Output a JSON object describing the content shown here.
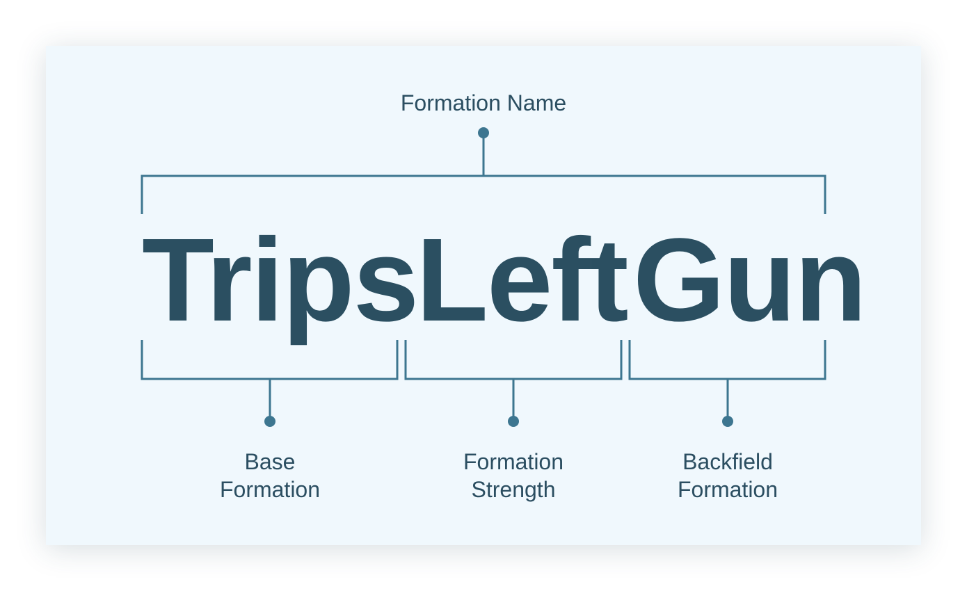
{
  "diagram": {
    "top_label": "Formation Name",
    "words": [
      {
        "text": "Trips"
      },
      {
        "text": "Left"
      },
      {
        "text": "Gun"
      }
    ],
    "parts": [
      {
        "line1": "Base",
        "line2": "Formation"
      },
      {
        "line1": "Formation",
        "line2": "Strength"
      },
      {
        "line1": "Backfield",
        "line2": "Formation"
      }
    ]
  },
  "colors": {
    "card_background": "#f0f8fd",
    "text": "#2b4f61",
    "connector": "#3d7690"
  }
}
